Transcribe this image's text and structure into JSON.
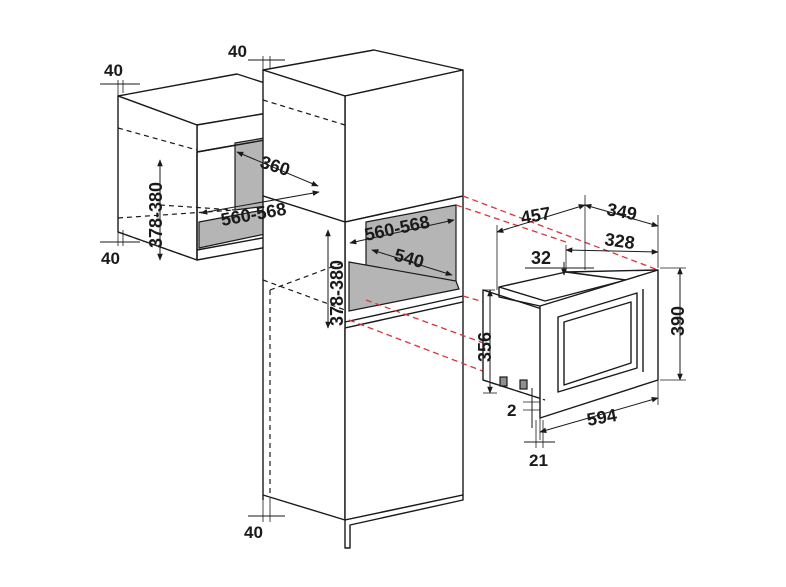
{
  "dimensions": {
    "wall_cabinet_top_offset": "40",
    "wall_cabinet_bottom_offset": "40",
    "wall_cabinet_depth": "360",
    "wall_cabinet_width": "560-568",
    "wall_cabinet_height": "378-380",
    "tall_cabinet_top_offset": "40",
    "tall_cabinet_width": "560-568",
    "tall_cabinet_depth": "540",
    "tall_cabinet_height": "378-380",
    "tall_cabinet_bottom_offset": "40",
    "appliance_total_depth": "457",
    "appliance_frame_depth": "349",
    "appliance_body_depth": "328",
    "appliance_top_gap": "32",
    "appliance_body_height": "356",
    "appliance_front_height": "390",
    "appliance_front_width": "594",
    "appliance_foot_height": "2",
    "appliance_front_thickness": "21"
  },
  "colors": {
    "line": "#1a1a1a",
    "niche_fill": "#b5b5b5",
    "guide_dash": "#e0303a"
  }
}
